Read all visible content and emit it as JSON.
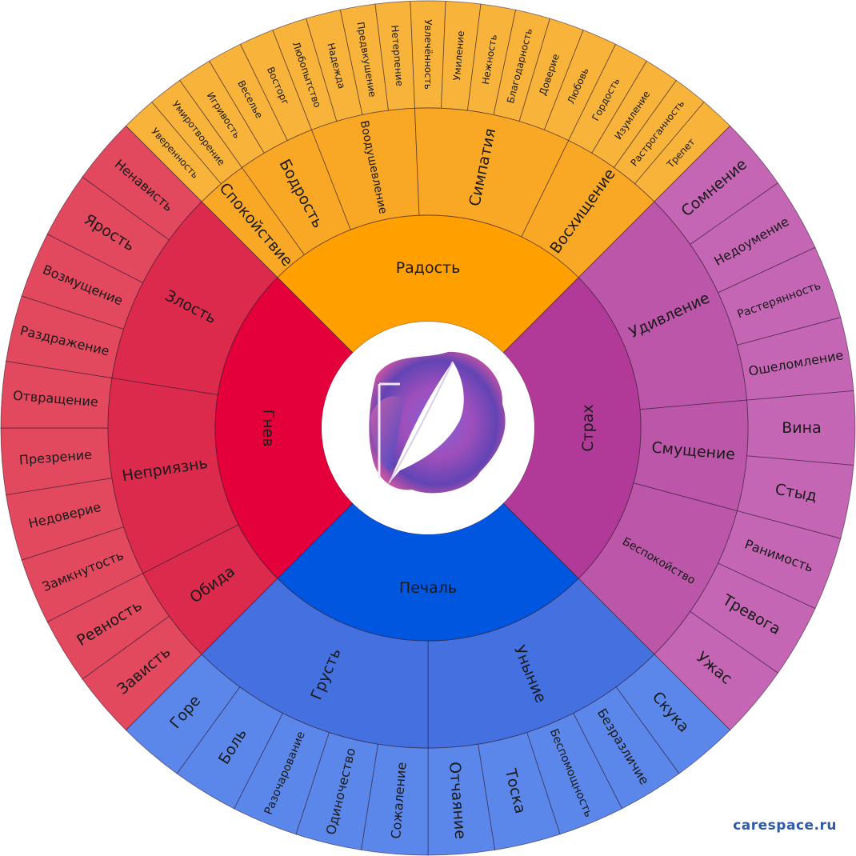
{
  "site_label": "carespace.ru",
  "wheel": {
    "center_icon": "feather-logo-icon",
    "colors": {
      "joy": [
        "#ff9f00",
        "#f9a825",
        "#f8b43a"
      ],
      "fear": [
        "#b13a98",
        "#bb56a8",
        "#c466b4"
      ],
      "sadness": [
        "#0056df",
        "#4470e0",
        "#5b87ea"
      ],
      "anger": [
        "#e4003a",
        "#dc2a4c",
        "#e2485e"
      ]
    },
    "sectors": [
      {
        "key": "joy",
        "name": "Радость",
        "groups": [
          {
            "name": "Спокойствие",
            "items": [
              "Уверенность",
              "Умиротворение"
            ]
          },
          {
            "name": "Бодрость",
            "items": [
              "Игривость",
              "Веселье",
              "Восторг"
            ]
          },
          {
            "name": "Воодушевление",
            "items": [
              "Любопытство",
              "Надежда",
              "Предвкушение",
              "Нетерпение"
            ]
          },
          {
            "name": "Симпатия",
            "items": [
              "Увлечённость",
              "Умиление",
              "Нежность",
              "Благодарность",
              "Доверие",
              "Любовь"
            ]
          },
          {
            "name": "Восхищение",
            "items": [
              "Гордость",
              "Изумление",
              "Растроганность",
              "Трепет"
            ]
          }
        ]
      },
      {
        "key": "fear",
        "name": "Страх",
        "groups": [
          {
            "name": "Удивление",
            "items": [
              "Сомнение",
              "Недоумение",
              "Растерянность",
              "Ошеломление"
            ]
          },
          {
            "name": "Смущение",
            "items": [
              "Вина",
              "Стыд"
            ]
          },
          {
            "name": "Беспокойство",
            "items": [
              "Ранимость",
              "Тревога",
              "Ужас"
            ]
          }
        ]
      },
      {
        "key": "sadness",
        "name": "Печаль",
        "groups": [
          {
            "name": "Уныние",
            "items": [
              "Скука",
              "Безразличие",
              "Беспомощность",
              "Тоска",
              "Отчаяние"
            ]
          },
          {
            "name": "Грусть",
            "items": [
              "Сожаление",
              "Одиночество",
              "Разочарование",
              "Боль",
              "Горе"
            ]
          }
        ]
      },
      {
        "key": "anger",
        "name": "Гнев",
        "groups": [
          {
            "name": "Обида",
            "items": [
              "Зависть",
              "Ревность"
            ]
          },
          {
            "name": "Неприязнь",
            "items": [
              "Замкнутость",
              "Недоверие",
              "Презрение",
              "Отвращение"
            ]
          },
          {
            "name": "Злость",
            "items": [
              "Раздражение",
              "Возмущение",
              "Ярость",
              "Ненависть"
            ]
          }
        ]
      }
    ]
  }
}
